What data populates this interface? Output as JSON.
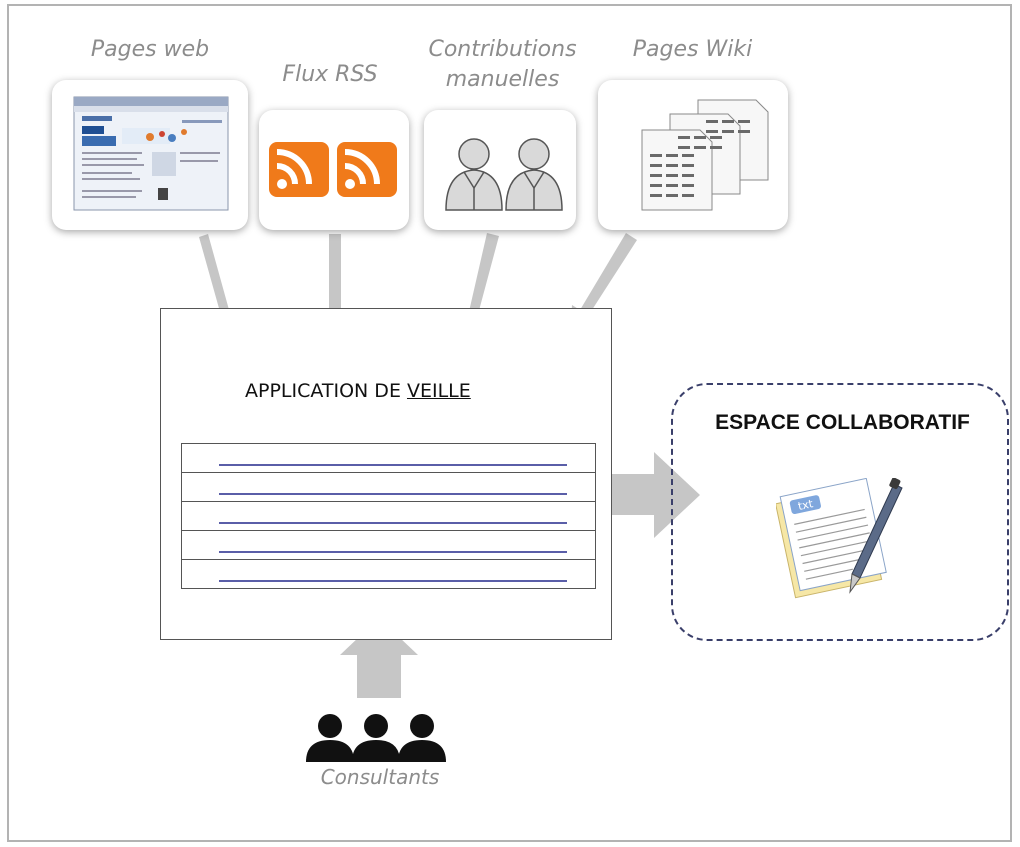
{
  "sources": [
    {
      "id": "pages-web",
      "label": "Pages web"
    },
    {
      "id": "flux-rss",
      "label": "Flux RSS"
    },
    {
      "id": "contributions",
      "label": "Contributions\nmanuelles"
    },
    {
      "id": "pages-wiki",
      "label": "Pages Wiki"
    }
  ],
  "app": {
    "title_prefix": "APPLICATION DE ",
    "title_underlined": "VEILLE",
    "row_count": 5
  },
  "collab": {
    "title": "ESPACE COLLABORATIF"
  },
  "users": {
    "label": "Consultants"
  },
  "icons": {
    "web": "browser-screenshot-icon",
    "rss": "rss-feed-icon",
    "contrib": "person-icon",
    "wiki": "document-stack-icon",
    "txt": "txt-document-pen-icon",
    "users": "people-group-icon"
  },
  "colors": {
    "arrow": "#c6c6c6",
    "rss_orange": "#f07a1a",
    "dashed_border": "#3a3f6a",
    "list_line": "#5a5ea8",
    "label_grey": "#8c8c8c"
  }
}
